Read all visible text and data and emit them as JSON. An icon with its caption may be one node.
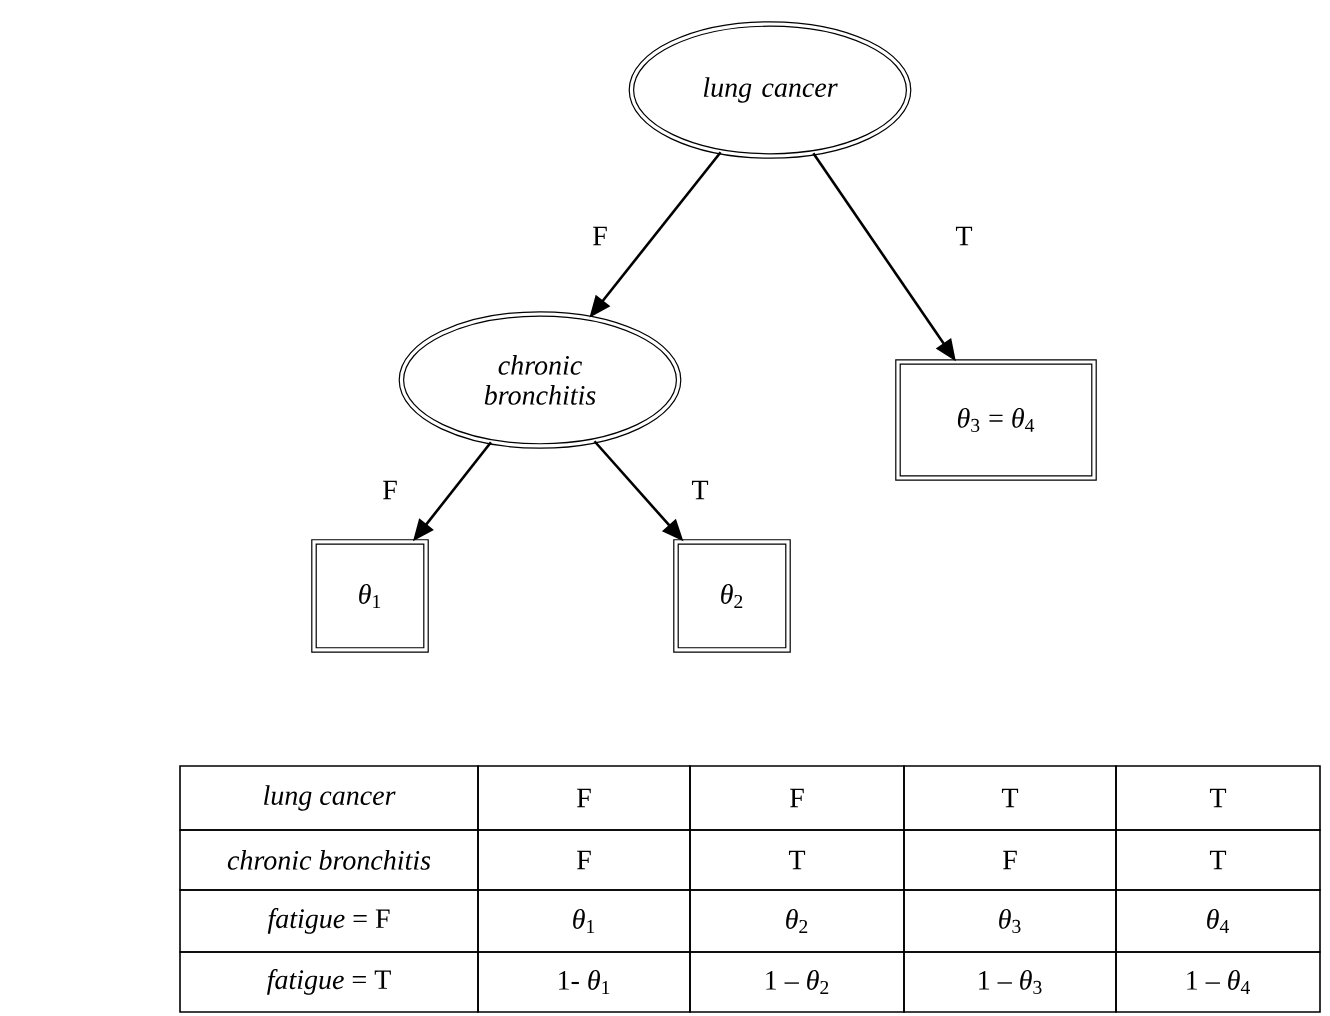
{
  "diagram": {
    "nodes": [
      {
        "text": [
          "lung cancer"
        ]
      },
      {
        "text": [
          "chronic bronchitis"
        ]
      },
      {
        "text": [
          "*θ*$_{3}$ =  *θ*$_{4}$"
        ]
      },
      {
        "text": [
          "*θ*$_{1}$"
        ]
      },
      {
        "text": [
          "*θ*$_{2}$"
        ]
      }
    ],
    "edges": [
      {
        "from": 0,
        "to": 1,
        "arrow": "to",
        "label": "F"
      },
      {
        "from": 0,
        "to": 2,
        "arrow": "to",
        "label": "T"
      },
      {
        "from": 1,
        "to": 3,
        "arrow": "to",
        "label": "F"
      },
      {
        "from": 1,
        "to": 4,
        "arrow": "to",
        "label": "T"
      }
    ],
    "labels": [
      "lung cancer",
      "F",
      "F",
      "T",
      "T",
      "chronic bronchitis",
      "F",
      "T",
      "F",
      "T",
      "*fatigue* = F",
      "*θ*$_{1}$",
      "*θ*$_{2}$",
      "*θ*$_{3}$",
      "*θ*$_{4}$",
      "*fatigue* = T",
      "1- *θ*$_{1}$",
      "1 – *θ*$_{2}$",
      "1 – *θ*$_{3}$",
      "1 – *θ*$_{4}$"
    ]
  }
}
